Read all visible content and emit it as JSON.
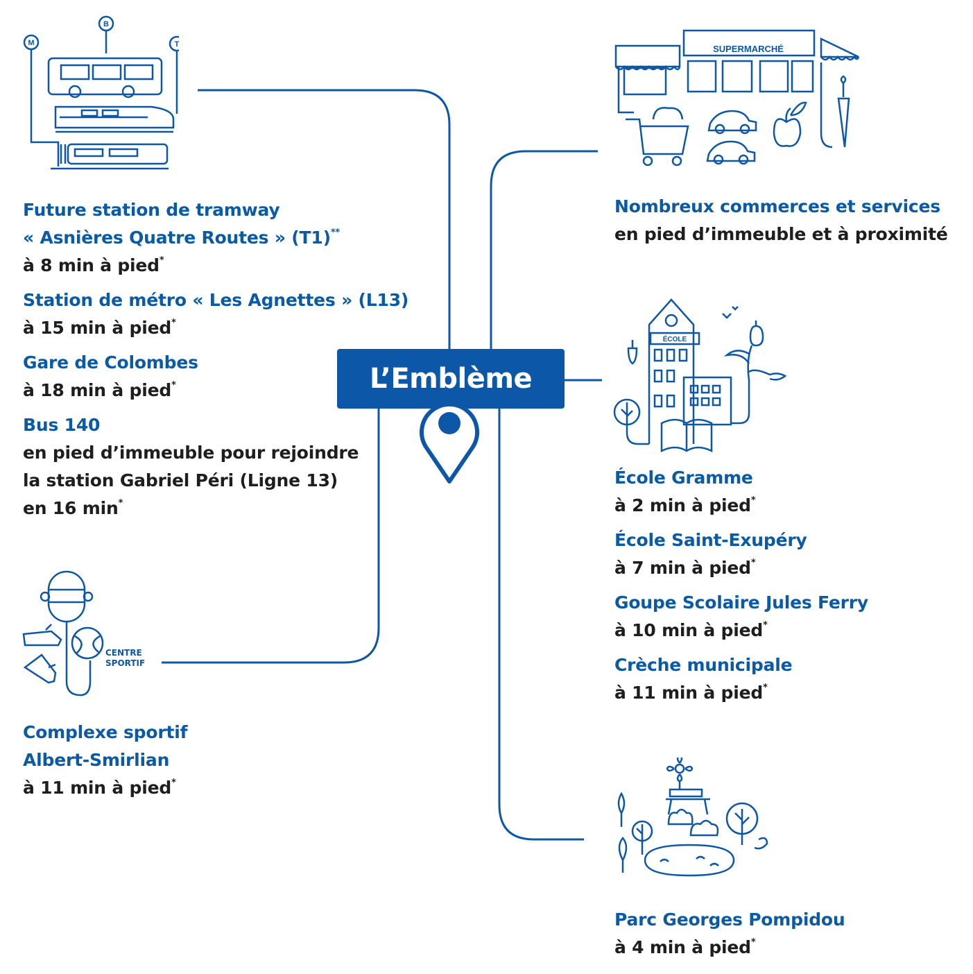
{
  "title": "L’Emblème",
  "colors": {
    "accent": "#0d57a8",
    "heading": "#0a5aa5",
    "text": "#1e1e1e"
  },
  "transport": {
    "icon_labels": {
      "metro": "M",
      "bus": "B",
      "tram": "T"
    },
    "items": [
      {
        "heading": [
          "Future station de tramway",
          "« Asnières Quatre Routes » (T1)"
        ],
        "heading_sup": "**",
        "detail": [
          "à 8 min à pied"
        ],
        "detail_sup": "*"
      },
      {
        "heading": [
          "Station de métro « Les Agnettes » (L13)"
        ],
        "detail": [
          "à 15 min à pied"
        ],
        "detail_sup": "*"
      },
      {
        "heading": [
          "Gare de Colombes"
        ],
        "detail": [
          "à 18 min à pied"
        ],
        "detail_sup": "*"
      },
      {
        "heading": [
          "Bus 140"
        ],
        "detail": [
          "en pied d’immeuble pour rejoindre",
          "la station Gabriel Péri (Ligne 13)",
          "en 16 min"
        ],
        "detail_sup": "*"
      }
    ]
  },
  "sport": {
    "icon_label": [
      "CENTRE",
      "SPORTIF"
    ],
    "heading": [
      "Complexe sportif",
      "Albert-Smirlian"
    ],
    "detail": [
      "à 11 min à pied"
    ],
    "detail_sup": "*"
  },
  "shops": {
    "icon_label": "SUPERMARCHÉ",
    "heading": [
      "Nombreux commerces et services"
    ],
    "detail": [
      "en pied d’immeuble et à proximité"
    ]
  },
  "schools": {
    "icon_label": "ÉCOLE",
    "items": [
      {
        "heading": [
          "École Gramme"
        ],
        "detail": [
          "à 2 min à pied"
        ],
        "detail_sup": "*"
      },
      {
        "heading": [
          "École Saint-Exupéry"
        ],
        "detail": [
          "à 7 min à pied"
        ],
        "detail_sup": "*"
      },
      {
        "heading": [
          "Goupe Scolaire Jules Ferry"
        ],
        "detail": [
          "à 10 min à pied"
        ],
        "detail_sup": "*"
      },
      {
        "heading": [
          "Crèche municipale"
        ],
        "detail": [
          "à 11 min à pied"
        ],
        "detail_sup": "*"
      }
    ]
  },
  "park": {
    "heading": [
      "Parc Georges Pompidou"
    ],
    "detail": [
      "à 4 min à pied"
    ],
    "detail_sup": "*"
  }
}
